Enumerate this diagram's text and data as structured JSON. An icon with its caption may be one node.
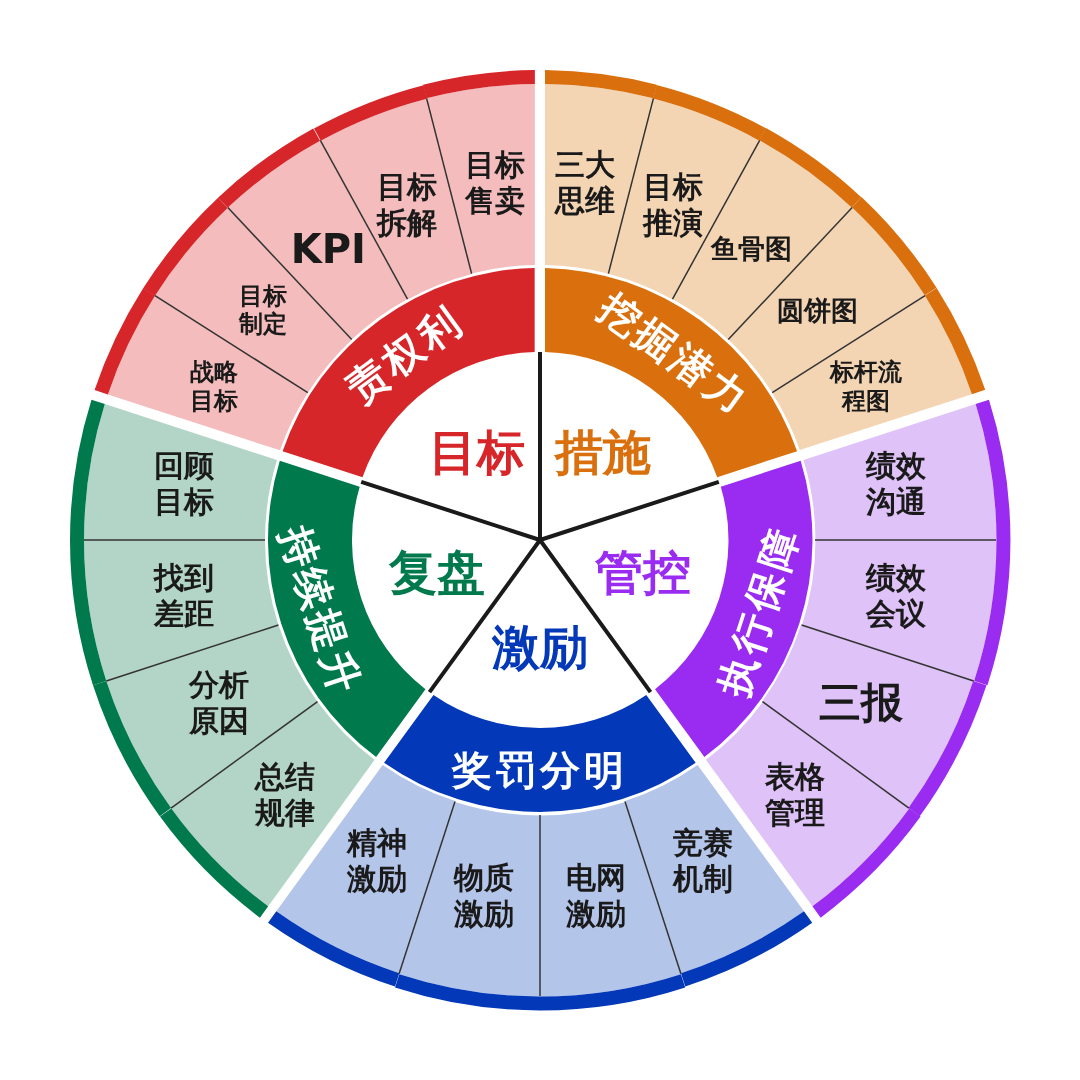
{
  "diagram": {
    "nodes": [
      {
        "text": [
          "目标"
        ]
      },
      {
        "text": [
          "责权利"
        ]
      },
      {
        "text": [
          "战略目标"
        ]
      },
      {
        "text": [
          "目标制定"
        ]
      },
      {
        "text": [
          "KPI"
        ]
      },
      {
        "text": [
          "目标拆解"
        ]
      },
      {
        "text": [
          "目标售卖"
        ]
      },
      {
        "text": [
          "措施"
        ]
      },
      {
        "text": [
          "挖掘潜力"
        ]
      },
      {
        "text": [
          "三大思维"
        ]
      },
      {
        "text": [
          "目标推演"
        ]
      },
      {
        "text": [
          "鱼骨图"
        ]
      },
      {
        "text": [
          "圆饼图"
        ]
      },
      {
        "text": [
          "标杆流程图"
        ]
      },
      {
        "text": [
          "管控"
        ]
      },
      {
        "text": [
          "执行保障"
        ]
      },
      {
        "text": [
          "绩效沟通"
        ]
      },
      {
        "text": [
          "绩效会议"
        ]
      },
      {
        "text": [
          "三报"
        ]
      },
      {
        "text": [
          "表格管理"
        ]
      },
      {
        "text": [
          "激励"
        ]
      },
      {
        "text": [
          "奖罚分明"
        ]
      },
      {
        "text": [
          "精神激励"
        ]
      },
      {
        "text": [
          "物质激励"
        ]
      },
      {
        "text": [
          "电网激励"
        ]
      },
      {
        "text": [
          "竞赛机制"
        ]
      },
      {
        "text": [
          "复盘"
        ]
      },
      {
        "text": [
          "持续提升"
        ]
      },
      {
        "text": [
          "回顾目标"
        ]
      },
      {
        "text": [
          "找到差距"
        ]
      },
      {
        "text": [
          "分析原因"
        ]
      },
      {
        "text": [
          "总结规律"
        ]
      }
    ]
  }
}
